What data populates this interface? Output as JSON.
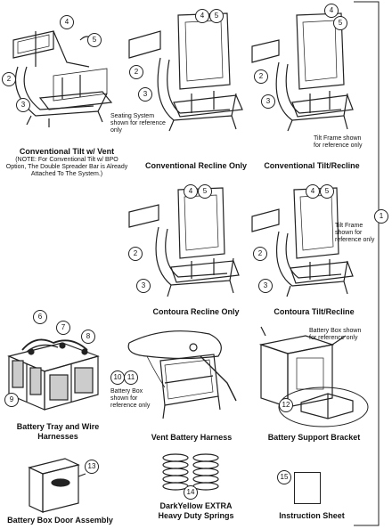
{
  "captions": {
    "conventional_tilt_vent": "Conventional Tilt w/ Vent",
    "conventional_tilt_vent_note": "(NOTE: For Conventional Tilt w/ BPO Option, The Double Spreader Bar is Already Attached To The System.)",
    "conventional_recline_only": "Conventional Recline Only",
    "conventional_tilt_recline": "Conventional Tilt/Recline",
    "contoura_recline_only": "Contoura Recline Only",
    "contoura_tilt_recline": "Contoura Tilt/Recline",
    "battery_tray": "Battery Tray and Wire Harnesses",
    "vent_battery_harness": "Vent Battery Harness",
    "battery_support_bracket": "Battery Support Bracket",
    "battery_box_door": "Battery Box Door Assembly",
    "springs": "DarkYellow EXTRA Heavy Duty Springs",
    "instruction_sheet": "Instruction Sheet"
  },
  "notes": {
    "seating_system": "Seating System shown for reference only",
    "tilt_frame_1": "Tilt Frame shown for reference only",
    "tilt_frame_2": "Tilt Frame shown for reference only",
    "battery_box_support": "Battery Box shown for reference only",
    "battery_box_vent": "Battery Box shown for reference only"
  },
  "callouts": {
    "c1": "1",
    "c2": "2",
    "c3": "3",
    "c4": "4",
    "c5": "5",
    "c6": "6",
    "c7": "7",
    "c8": "8",
    "c9": "9",
    "c10": "10",
    "c11": "11",
    "c12": "12",
    "c13": "13",
    "c14": "14",
    "c15": "15"
  }
}
